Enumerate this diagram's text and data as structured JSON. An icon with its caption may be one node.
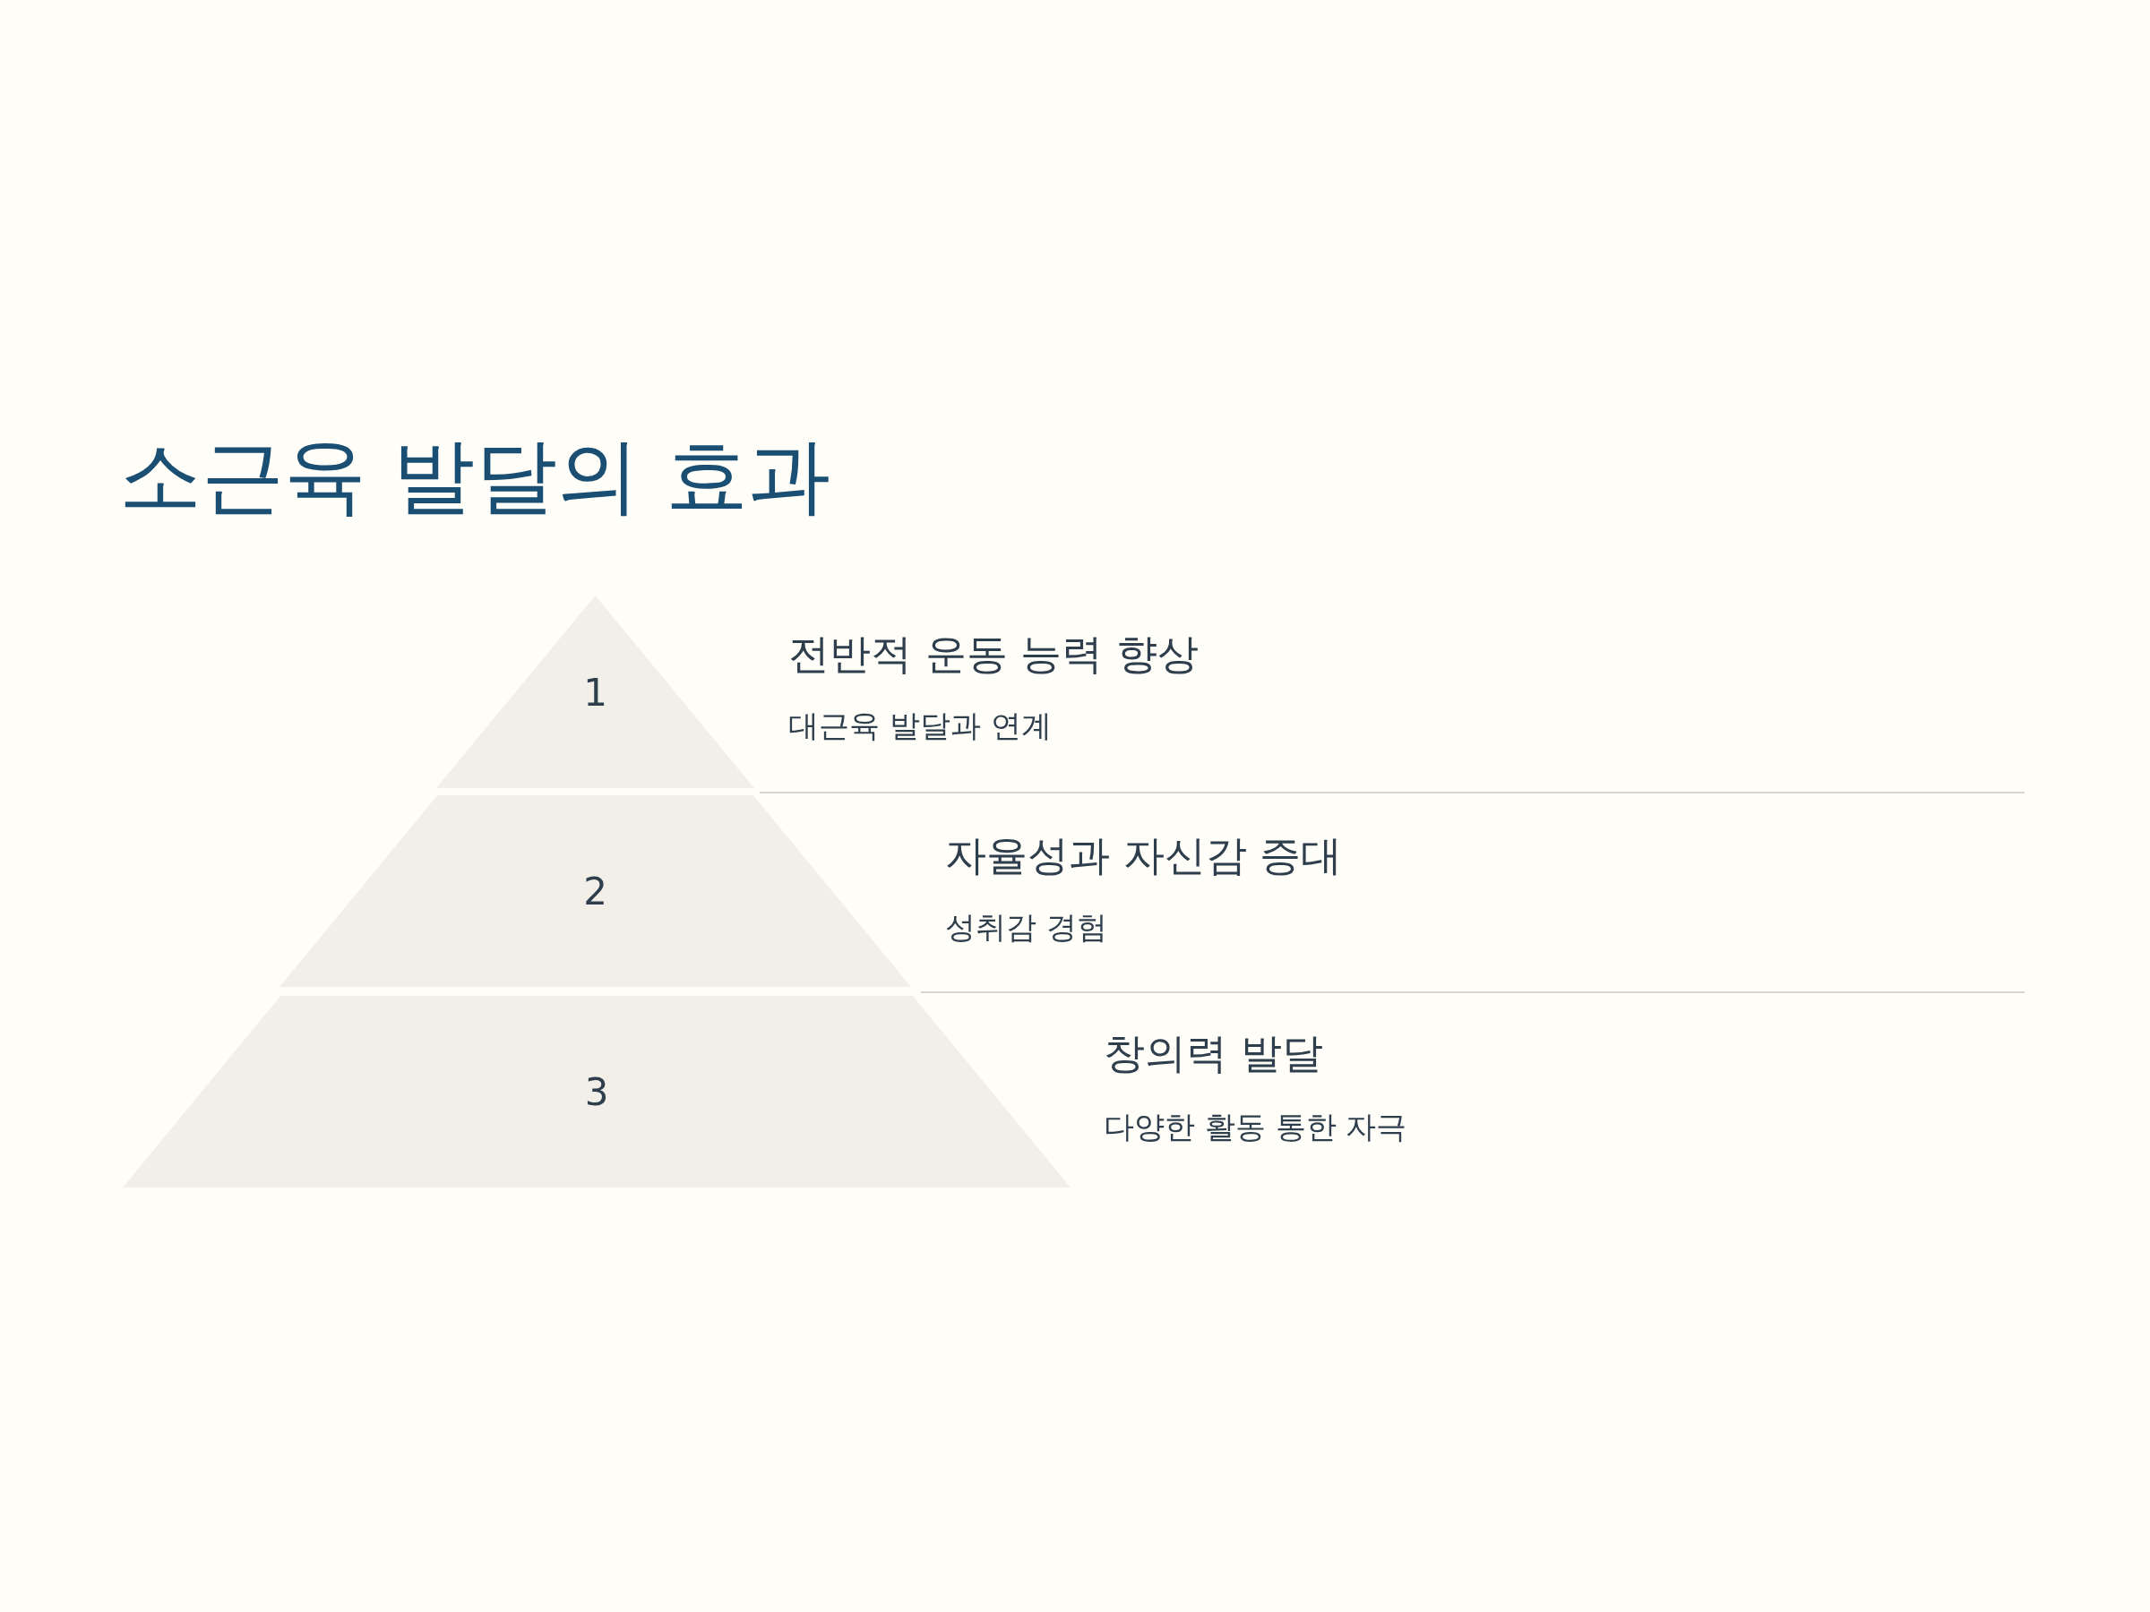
{
  "diagram": {
    "title": "소근육 발달의 효과",
    "nodes": [
      {
        "text": [
          "1"
        ],
        "beside": [
          "전반적 운동 능력 향상",
          "대근육 발달과 연계"
        ]
      },
      {
        "text": [
          "2"
        ],
        "beside": [
          "자율성과 자신감 증대",
          "성취감 경험"
        ]
      },
      {
        "text": [
          "3"
        ],
        "beside": [
          "창의력 발달",
          "다양한 활동 통한 자극"
        ]
      }
    ],
    "edges": []
  }
}
